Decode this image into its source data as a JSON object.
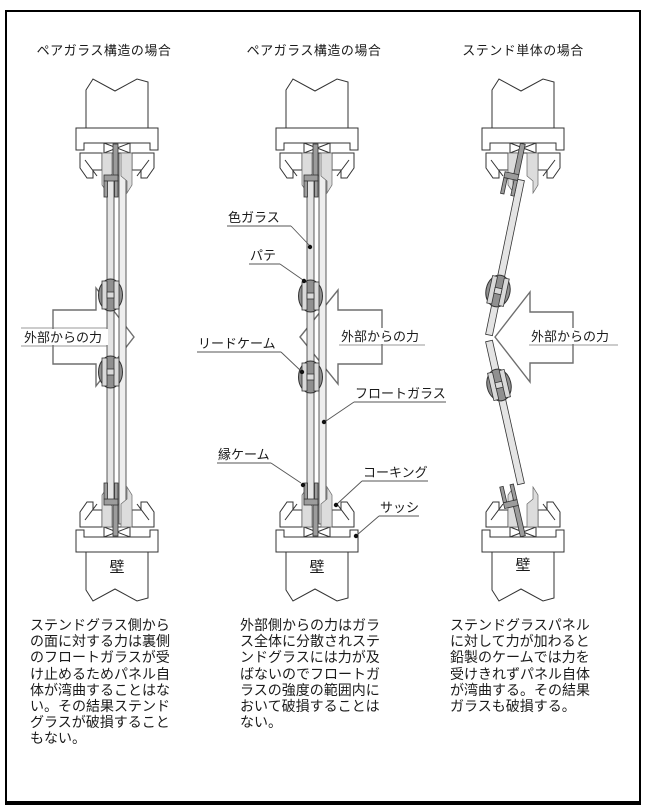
{
  "headers": {
    "col1": "ペアガラス構造の場合",
    "col2": "ペアガラス構造の場合",
    "col3": "ステンド単体の場合"
  },
  "arrow": {
    "force_label": "外部からの力"
  },
  "labels": {
    "colored_glass": "色ガラス",
    "putty": "パテ",
    "lead_came": "リードケーム",
    "float_glass": "フロートガラス",
    "edge_came": "縁ケーム",
    "caulking": "コーキング",
    "sash": "サッシ",
    "wall": "壁"
  },
  "captions": {
    "col1": "ステンドグラス側からの面に対する力は裏側のフロートガラスが受け止めるためパネル自体が湾曲することはない。その結果ステンドグラスが破損することもない。",
    "col2": "外部側からの力はガラス全体に分散されステンドグラスには力が及ばないのでフロートガラスの強度の範囲内において破損することはない。",
    "col3": "ステンドグラスパネルに対して力が加わると鉛製のケームでは力を受けきれずパネル自体が湾曲する。その結果ガラスも破損する。"
  },
  "colors": {
    "line": "#333333",
    "glass_fill": "#e4e4e4",
    "came_fill": "#909090",
    "clamp_fill": "#9c9c9c",
    "arrow_stroke": "#6e6e6e"
  }
}
